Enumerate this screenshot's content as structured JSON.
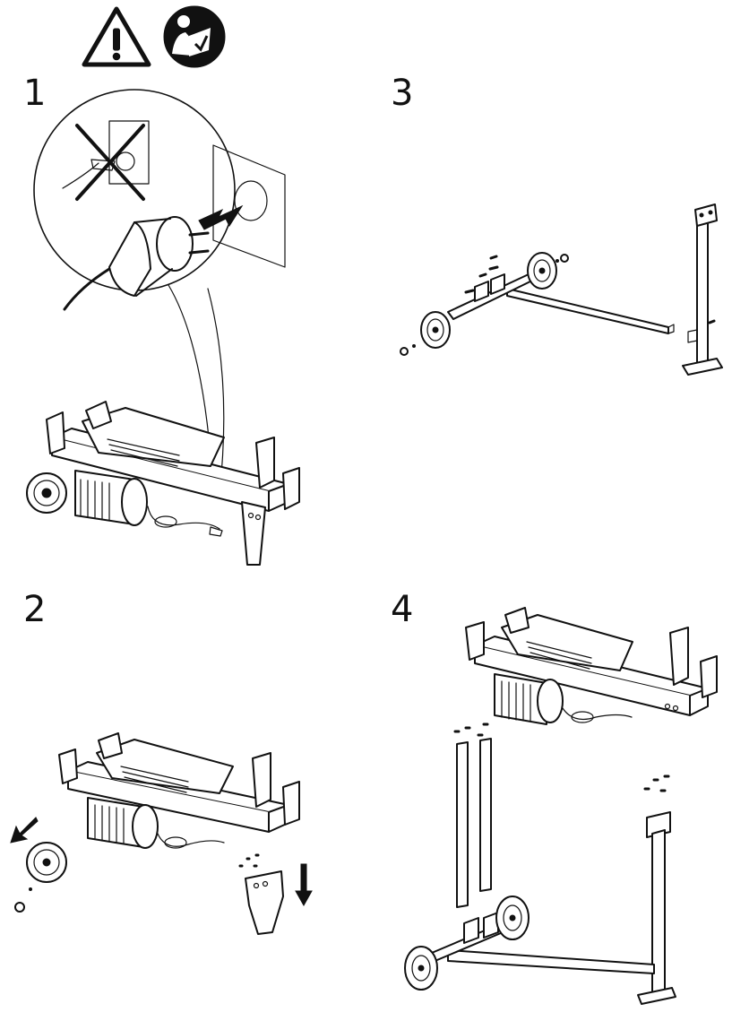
{
  "steps": [
    {
      "number": "1"
    },
    {
      "number": "2"
    },
    {
      "number": "3"
    },
    {
      "number": "4"
    }
  ],
  "icons": [
    "warning-triangle-icon",
    "read-manual-icon"
  ],
  "colors": {
    "line": "#111111",
    "background": "#ffffff"
  }
}
